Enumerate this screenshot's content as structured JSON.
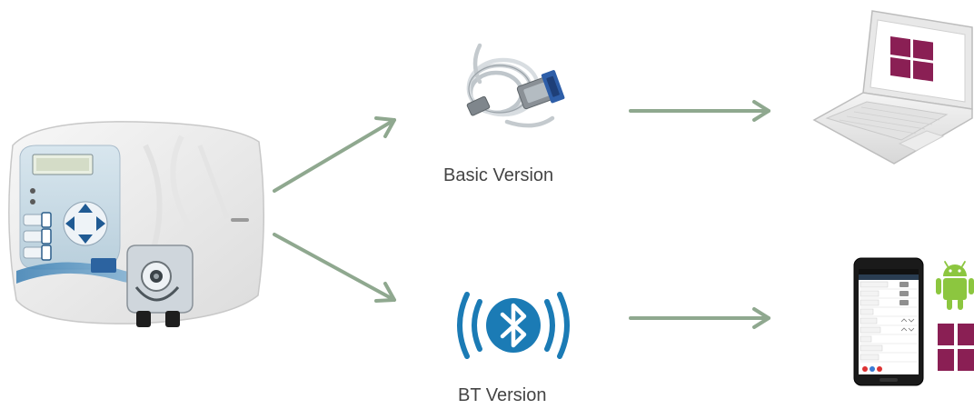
{
  "nodes": {
    "device": {
      "icon": "pump-controller-device"
    },
    "basic": {
      "label": "Basic Version",
      "icon": "serial-cable-icon"
    },
    "bt": {
      "label": "BT Version",
      "icon": "bluetooth-icon"
    },
    "laptop": {
      "icon": "laptop-windows-icon"
    },
    "phone": {
      "icon": "smartphone-app-icon",
      "os_icons": [
        "android-icon",
        "windows-icon"
      ]
    }
  },
  "colors": {
    "arrow": "#8fa88f",
    "bluetooth": "#1b7bb5",
    "windows": "#8a1f54",
    "android": "#8cc63f",
    "caption": "#444444"
  }
}
